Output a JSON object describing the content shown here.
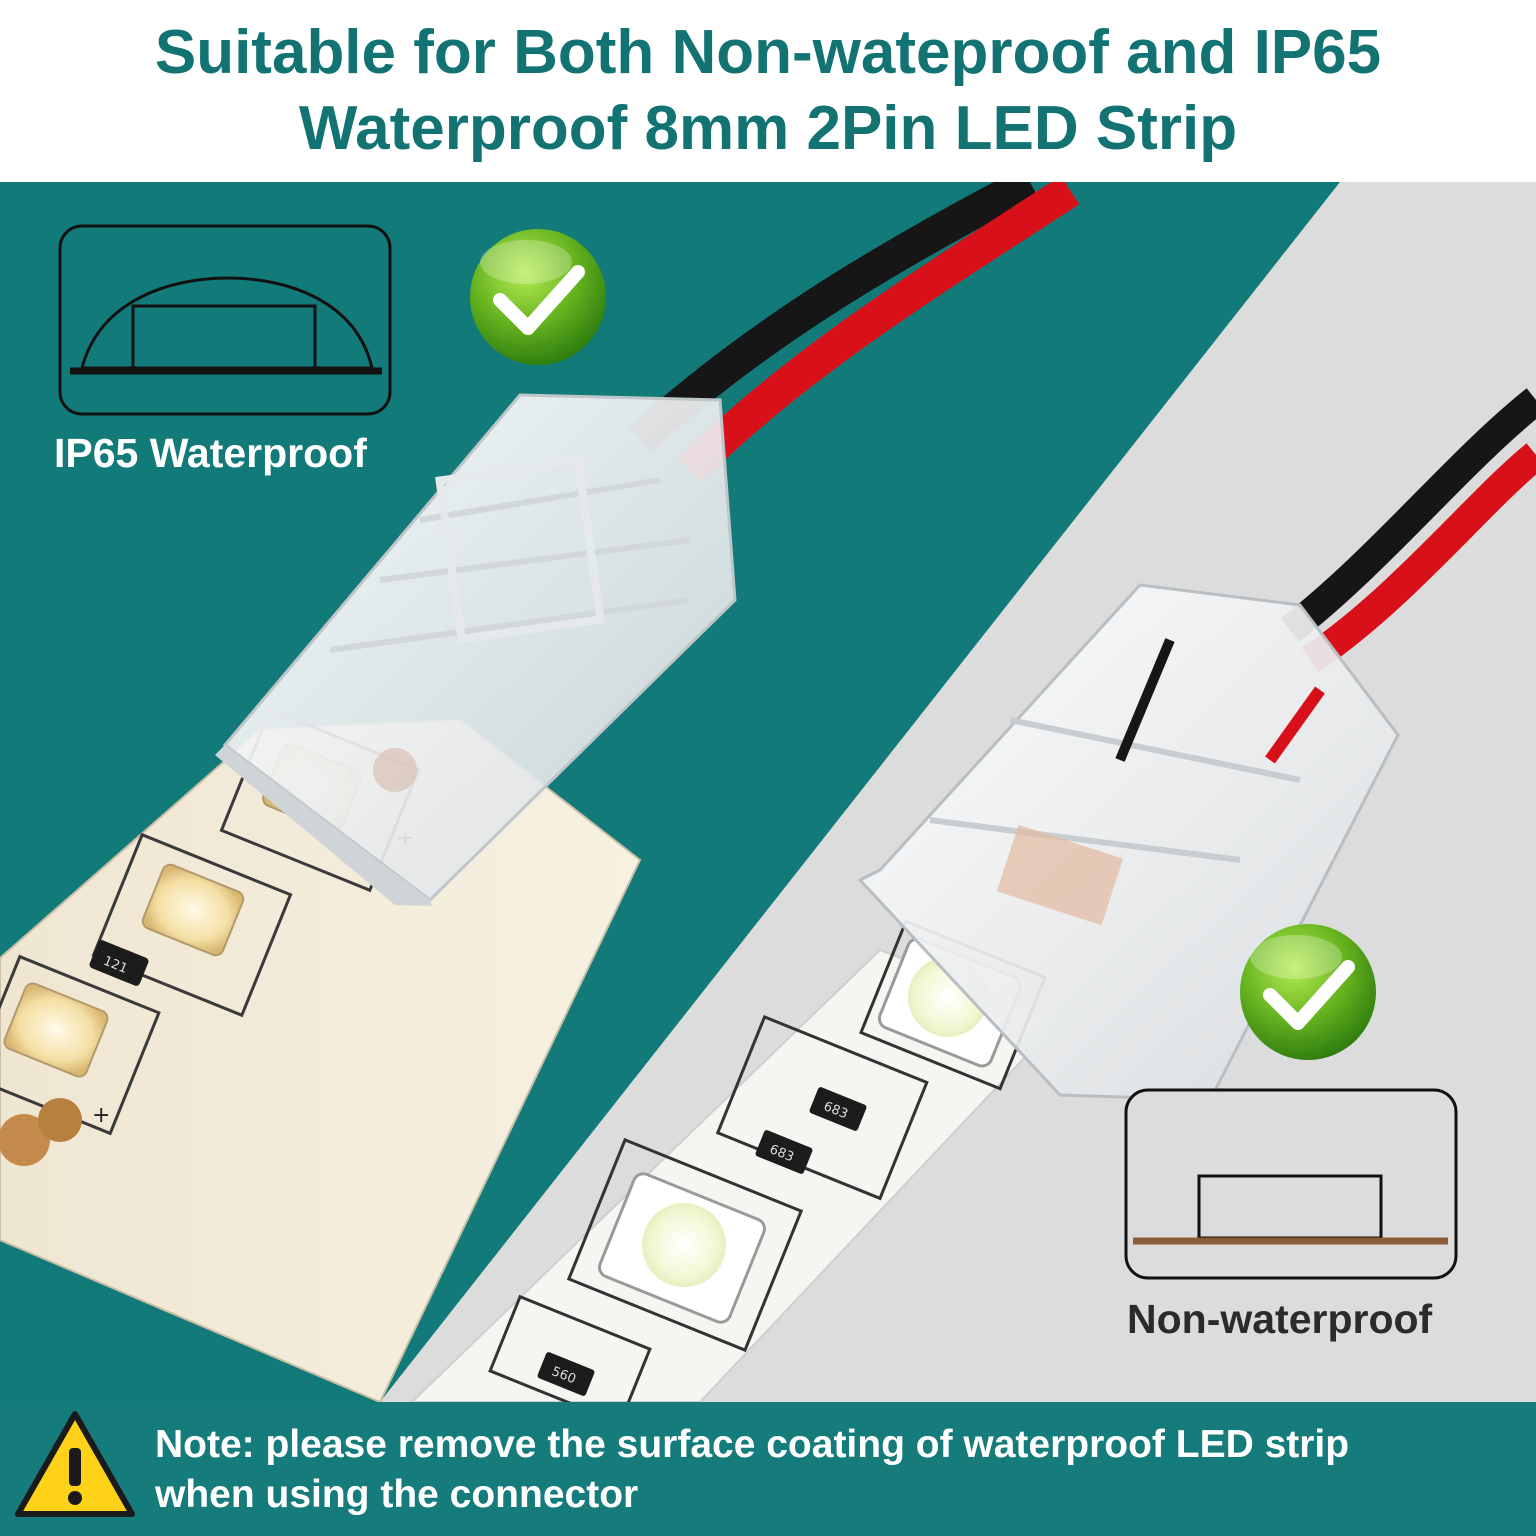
{
  "header": {
    "title_line1": "Suitable for Both Non-wateproof and IP65",
    "title_line2": "Waterproof 8mm 2Pin LED Strip"
  },
  "panels": {
    "waterproof": {
      "label": "IP65 Waterproof",
      "compatible": true,
      "icon": "waterproof-strip-cross-section-icon"
    },
    "non_waterproof": {
      "label": "Non-waterproof",
      "compatible": true,
      "icon": "bare-strip-cross-section-icon"
    }
  },
  "footer": {
    "note_line1": "Note: please remove the surface coating of waterproof LED strip",
    "note_line2": "when using the connector",
    "icon": "warning-icon"
  },
  "colors": {
    "brand_teal": "#137373",
    "panel_teal": "#137a7a",
    "footer_teal": "#157b7b",
    "light_panel": "#dcdcdc",
    "check_green": "#5cae1c",
    "warning_yellow": "#ffd21a",
    "wire_red": "#d8101a",
    "wire_black": "#161616"
  }
}
